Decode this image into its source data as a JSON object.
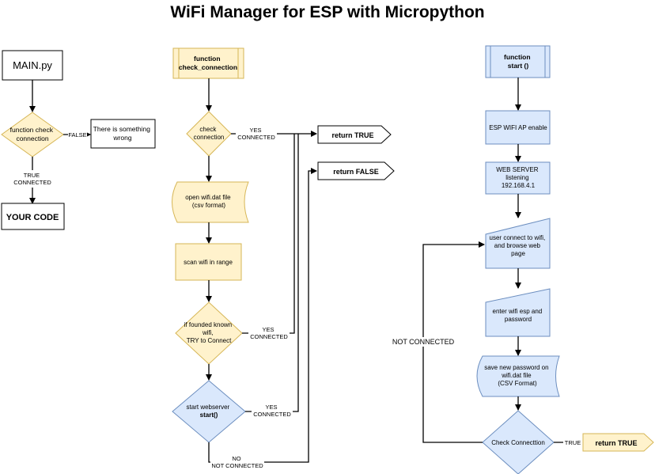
{
  "title": "WiFi Manager for ESP with Micropython",
  "colors": {
    "yellow_fill": "#fff2cc",
    "yellow_stroke": "#d6b656",
    "blue_fill": "#dae8fc",
    "blue_stroke": "#6c8ebf",
    "line": "#000000"
  },
  "main": {
    "main_py": "MAIN.py",
    "check_connection": [
      "function check",
      "connection"
    ],
    "false_label": "FALSE",
    "wrong": [
      "There is something",
      "wrong"
    ],
    "true_connected": [
      "TRUE",
      "CONNECTED"
    ],
    "your_code": "YOUR CODE"
  },
  "check_connection_flow": {
    "function_title": [
      "function",
      "check_connection"
    ],
    "check": [
      "check",
      "connection"
    ],
    "yes_connected": [
      "YES",
      "CONNECTED"
    ],
    "open_file": [
      "open wifi.dat file",
      "(csv format)"
    ],
    "scan": "scan wifi in range",
    "if_found": [
      "if founded known",
      "wifi,",
      "TRY to Connect"
    ],
    "yes_connected_2": [
      "YES",
      "CONNECTED"
    ],
    "start_webserver": [
      "start webserver",
      "start()"
    ],
    "yes_connected_3": [
      "YES",
      "CONNECTED"
    ],
    "no_not_connected": [
      "NO",
      "NOT CONNECTED"
    ],
    "return_true": "return TRUE",
    "return_false": "return FALSE"
  },
  "start_flow": {
    "function_title": [
      "function",
      "start ()"
    ],
    "ap_enable": "ESP WIFI AP enable",
    "web_server": [
      "WEB SERVER",
      "listening",
      "192.168.4.1"
    ],
    "user_connect": [
      "user connect to wifi,",
      "and browse web",
      "page"
    ],
    "enter_wifi": [
      "enter wifi esp and",
      "password"
    ],
    "save_password": [
      "save new password on",
      "wifi.dat file",
      "(CSV Format)"
    ],
    "check_connection": "Check Connecttion",
    "true_label": "TRUE",
    "return_true": "return TRUE",
    "not_connected": "NOT CONNECTED"
  }
}
